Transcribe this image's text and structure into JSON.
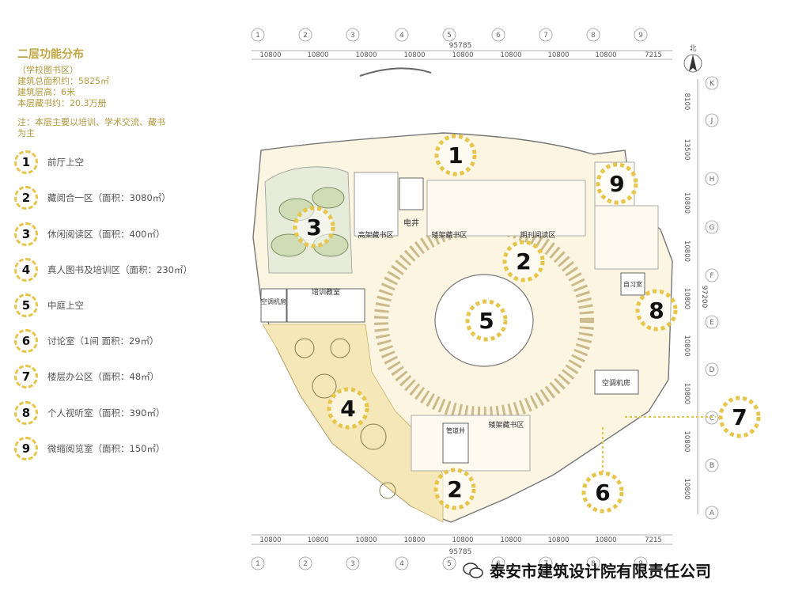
{
  "panel": {
    "title": "二层功能分布",
    "info": [
      "（学校图书区）",
      "建筑总面积约：5825㎡",
      "建筑层高：6米",
      "本层藏书约：20.3万册"
    ],
    "note": [
      "注：本层主要以培训、学术交流、藏书",
      "为主"
    ],
    "legend": [
      {
        "num": "1",
        "label": "前厅上空"
      },
      {
        "num": "2",
        "label": "藏阅合一区（面积：3080㎡）"
      },
      {
        "num": "3",
        "label": "休闲阅读区（面积：400㎡）"
      },
      {
        "num": "4",
        "label": "真人图书及培训区（面积：230㎡）"
      },
      {
        "num": "5",
        "label": "中庭上空"
      },
      {
        "num": "6",
        "label": "讨论室（1间 面积：29㎡）"
      },
      {
        "num": "7",
        "label": "楼层办公区（面积：48㎡）"
      },
      {
        "num": "8",
        "label": "个人视听室（面积：390㎡）"
      },
      {
        "num": "9",
        "label": "微缩阅览室（面积：150㎡）"
      }
    ]
  },
  "plan": {
    "top_total": "95785",
    "bottom_total": "95785",
    "side_total": "97200",
    "grid_cols": [
      "1",
      "2",
      "3",
      "4",
      "5",
      "6",
      "7",
      "8",
      "9"
    ],
    "grid_rows": [
      "K",
      "J",
      "H",
      "G",
      "F",
      "E",
      "D",
      "C",
      "B",
      "A"
    ],
    "top_spans": [
      "10800",
      "10800",
      "10800",
      "10800",
      "10800",
      "10800",
      "10800",
      "10800",
      "7215"
    ],
    "left_spans": [
      "8100",
      "13500",
      "10800",
      "10800",
      "10800",
      "10800",
      "10800",
      "10800",
      "10800"
    ],
    "north": "北",
    "rooms": {
      "elevator": "电井",
      "high_stacks": "高架藏书区",
      "low_stacks_top": "矮架藏书区",
      "periodicals": "期刊阅读区",
      "ac_room_left": "空调机房",
      "training_room": "培训教室",
      "ac_room_right": "空调机房",
      "study_room": "自习室",
      "low_stacks_bottom": "矮架藏书区",
      "pipe_well": "管道井"
    },
    "markers": [
      "1",
      "2",
      "3",
      "4",
      "5",
      "2",
      "6",
      "7",
      "8",
      "9"
    ]
  },
  "watermark": "泰安市建筑设计院有限责任公司",
  "colors": {
    "accent": "#e7c44a",
    "zone": "#f5e7b8",
    "floor": "#fbf5e1",
    "green": "#dfe8cf",
    "line": "#888888"
  }
}
